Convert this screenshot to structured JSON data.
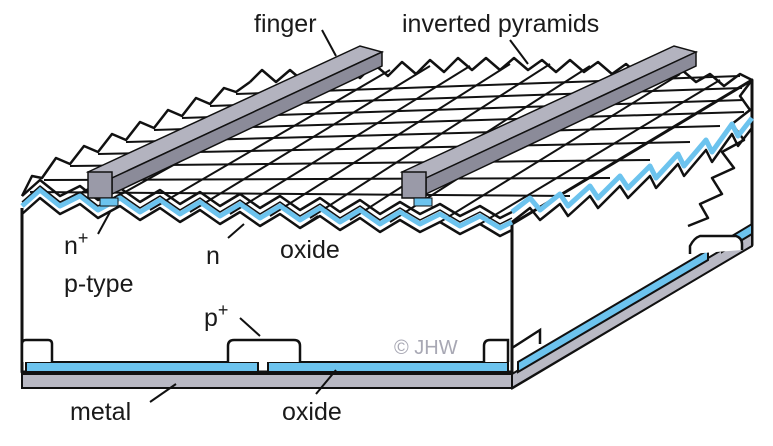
{
  "labels": {
    "finger": "finger",
    "inverted_pyramids": "inverted pyramids",
    "n_plus_base": "n",
    "n_plus_sup": "+",
    "p_type": "p-type",
    "n": "n",
    "oxide_top": "oxide",
    "p_plus_base": "p",
    "p_plus_sup": "+",
    "copyright": "© JHW",
    "metal": "metal",
    "oxide_bottom": "oxide"
  },
  "colors": {
    "outline": "#111111",
    "oxide_blue": "#6cc3ee",
    "finger_top": "#b3b3bf",
    "finger_side": "#8b8b99",
    "metal_grey": "#b9b9c4",
    "text": "#1a1a1a",
    "copyright": "#a8a8b4"
  }
}
